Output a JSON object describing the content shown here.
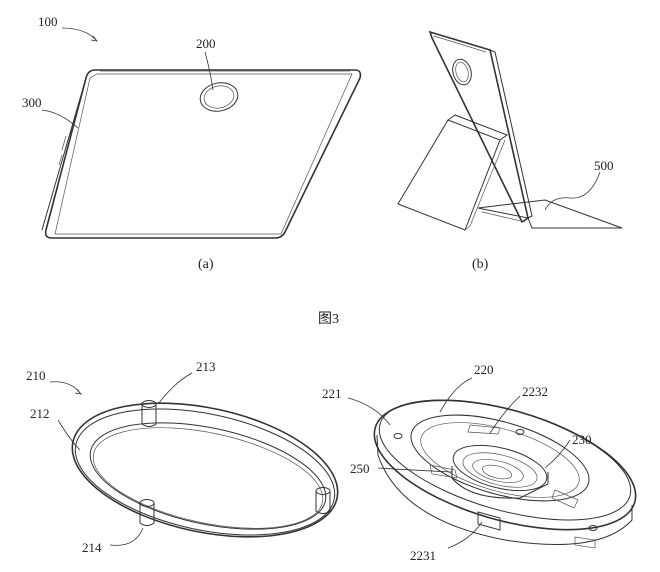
{
  "labels": {
    "l100": "100",
    "l200": "200",
    "l300": "300",
    "l500": "500",
    "l210": "210",
    "l212": "212",
    "l213": "213",
    "l214": "214",
    "l220": "220",
    "l221": "221",
    "l2232": "2232",
    "l230": "230",
    "l250": "250",
    "l2231": "2231"
  },
  "captions": {
    "a": "(a)",
    "b": "(b)",
    "figure": "图3"
  }
}
